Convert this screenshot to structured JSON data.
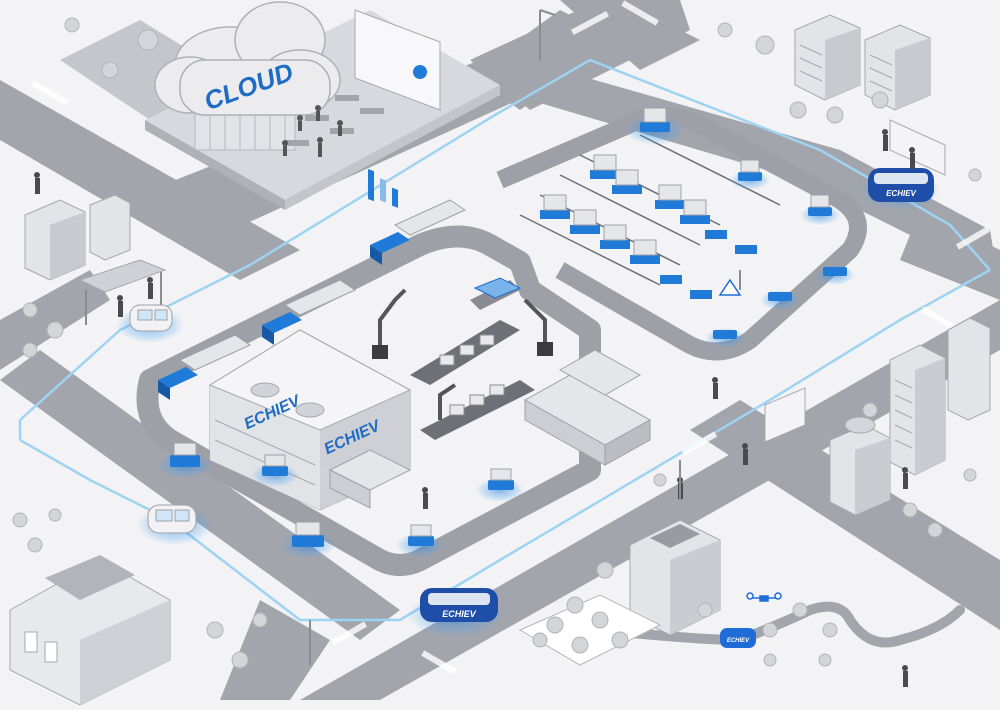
{
  "scene": {
    "cloud_label": "CLOUD",
    "factory_brand_left": "ECHIEV",
    "factory_brand_right": "ECHIEV",
    "bus_brand_top": "ECHIEV",
    "bus_brand_bottom": "ECHIEV",
    "small_car_brand": "ECHIEV"
  },
  "colors": {
    "background": "#f3f3f5",
    "road": "#9ea0a8",
    "road_light": "#c9cad0",
    "route_line": "#9fd3f2",
    "accent_blue": "#1f7ad8",
    "building": "#e9e9ec",
    "building_dark": "#b9bac0",
    "tree": "#d7d7db",
    "person": "#444444"
  }
}
